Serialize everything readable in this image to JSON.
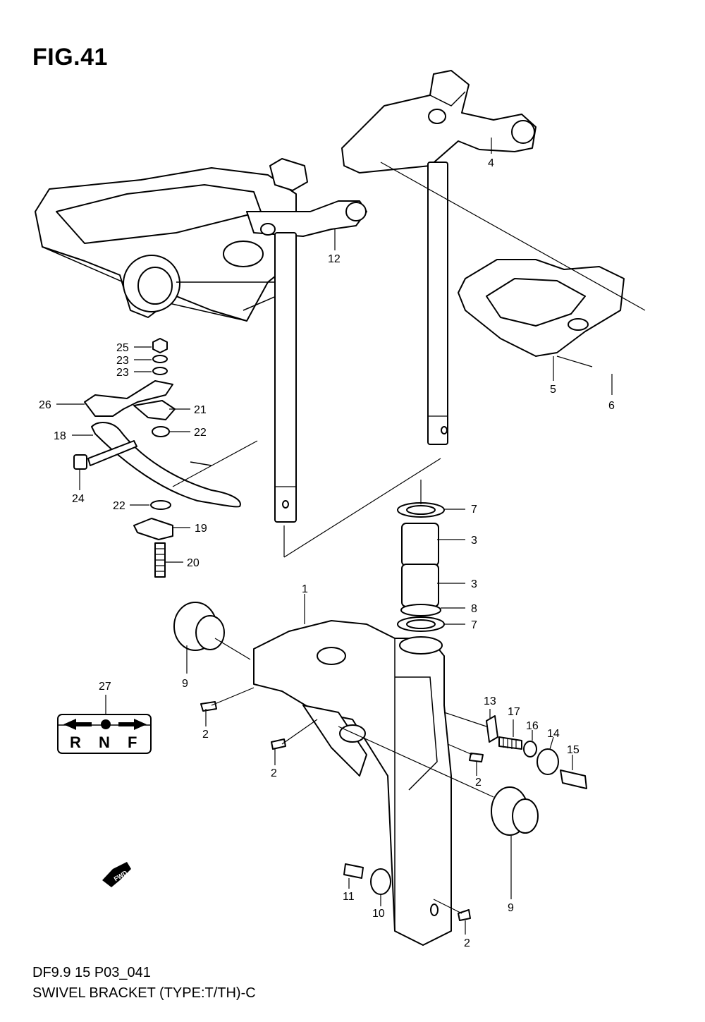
{
  "figure": {
    "title": "FIG.41",
    "code": "DF9.9 15 P03_041",
    "caption": "SWIVEL BRACKET (TYPE:T/TH)-C"
  },
  "callouts": {
    "c1": "1",
    "c2a": "2",
    "c2b": "2",
    "c2c": "2",
    "c2d": "2",
    "c3a": "3",
    "c3b": "3",
    "c4": "4",
    "c5": "5",
    "c6": "6",
    "c7a": "7",
    "c7b": "7",
    "c8": "8",
    "c9a": "9",
    "c9b": "9",
    "c10": "10",
    "c11": "11",
    "c12": "12",
    "c13": "13",
    "c14": "14",
    "c15": "15",
    "c16": "16",
    "c17": "17",
    "c18": "18",
    "c19": "19",
    "c20": "20",
    "c21": "21",
    "c22a": "22",
    "c22b": "22",
    "c23a": "23",
    "c23b": "23",
    "c24": "24",
    "c25": "25",
    "c26": "26",
    "c27": "27"
  },
  "shift_label": {
    "letters": [
      "R",
      "N",
      "F"
    ]
  },
  "fwd_marker": "FWD"
}
